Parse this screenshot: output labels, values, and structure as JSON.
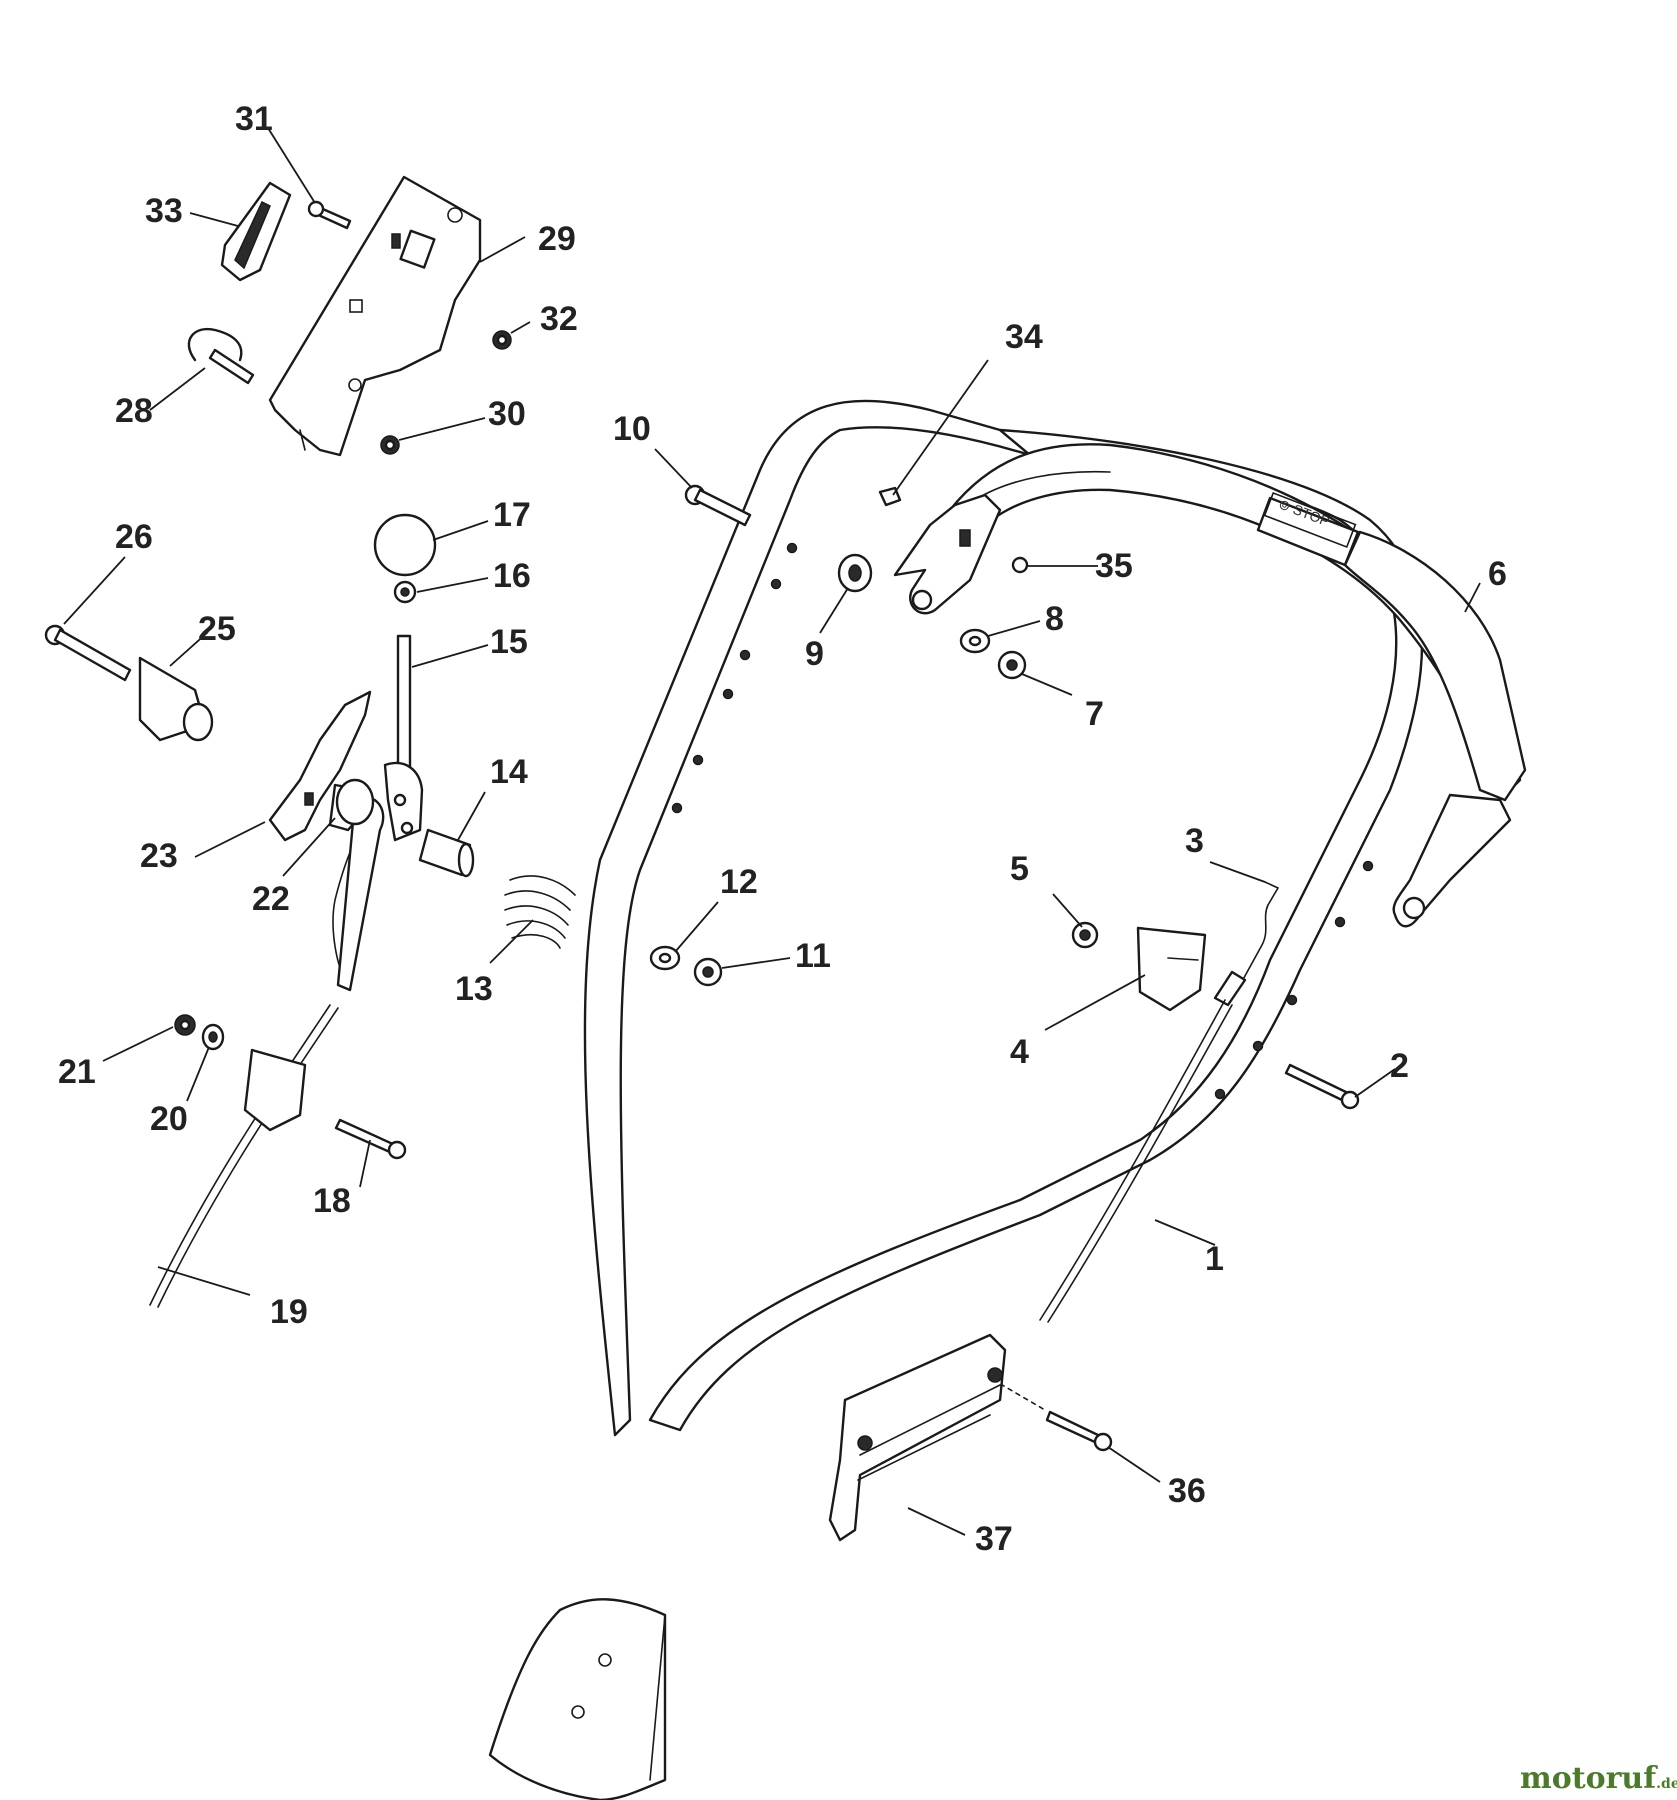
{
  "diagram": {
    "callouts": [
      "1",
      "2",
      "3",
      "4",
      "5",
      "6",
      "7",
      "8",
      "9",
      "10",
      "11",
      "12",
      "13",
      "14",
      "15",
      "16",
      "17",
      "18",
      "19",
      "20",
      "21",
      "22",
      "23",
      "25",
      "26",
      "28",
      "29",
      "30",
      "31",
      "32",
      "33",
      "34",
      "35",
      "36",
      "37"
    ]
  },
  "watermark": {
    "brand": "motoruf",
    "suffix": ".de",
    "colors": {
      "moto": "#4a7a2a",
      "ruf": "#e09a10",
      "suffix": "#4a7a2a"
    }
  }
}
